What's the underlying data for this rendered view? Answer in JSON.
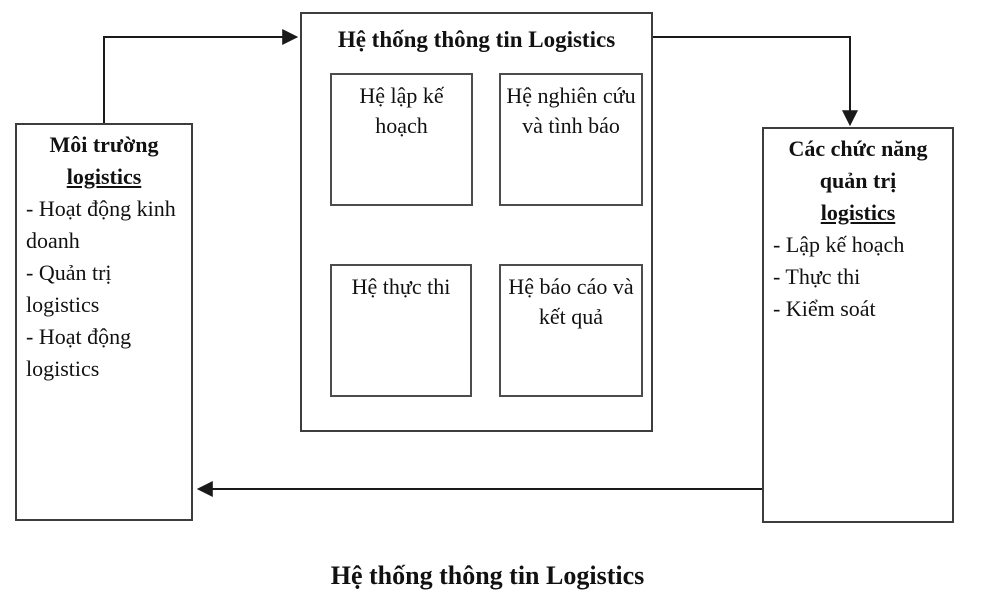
{
  "diagram": {
    "caption": "Hệ thống thông tin Logistics",
    "environment_box": {
      "title_line1": "Môi trường",
      "title_line2": "logistics",
      "items": [
        "- Hoạt động kinh doanh",
        "- Quản trị logistics",
        "- Hoạt động logistics"
      ]
    },
    "system_box": {
      "title": "Hệ thống thông tin Logistics",
      "sub_boxes": {
        "planning": "Hệ lập kế hoạch",
        "research": "Hệ nghiên cứu và tình báo",
        "execution": "Hệ thực thi",
        "report": "Hệ báo cáo và kết quả"
      }
    },
    "functions_box": {
      "title_line1": "Các chức năng",
      "title_line2": "quản trị",
      "title_line3": "logistics",
      "items": [
        "- Lập kế hoạch",
        "- Thực thi",
        "- Kiểm soát"
      ]
    },
    "colors": {
      "line": "#1a1a1a",
      "border": "#3d3d3d",
      "background": "#ffffff"
    }
  }
}
